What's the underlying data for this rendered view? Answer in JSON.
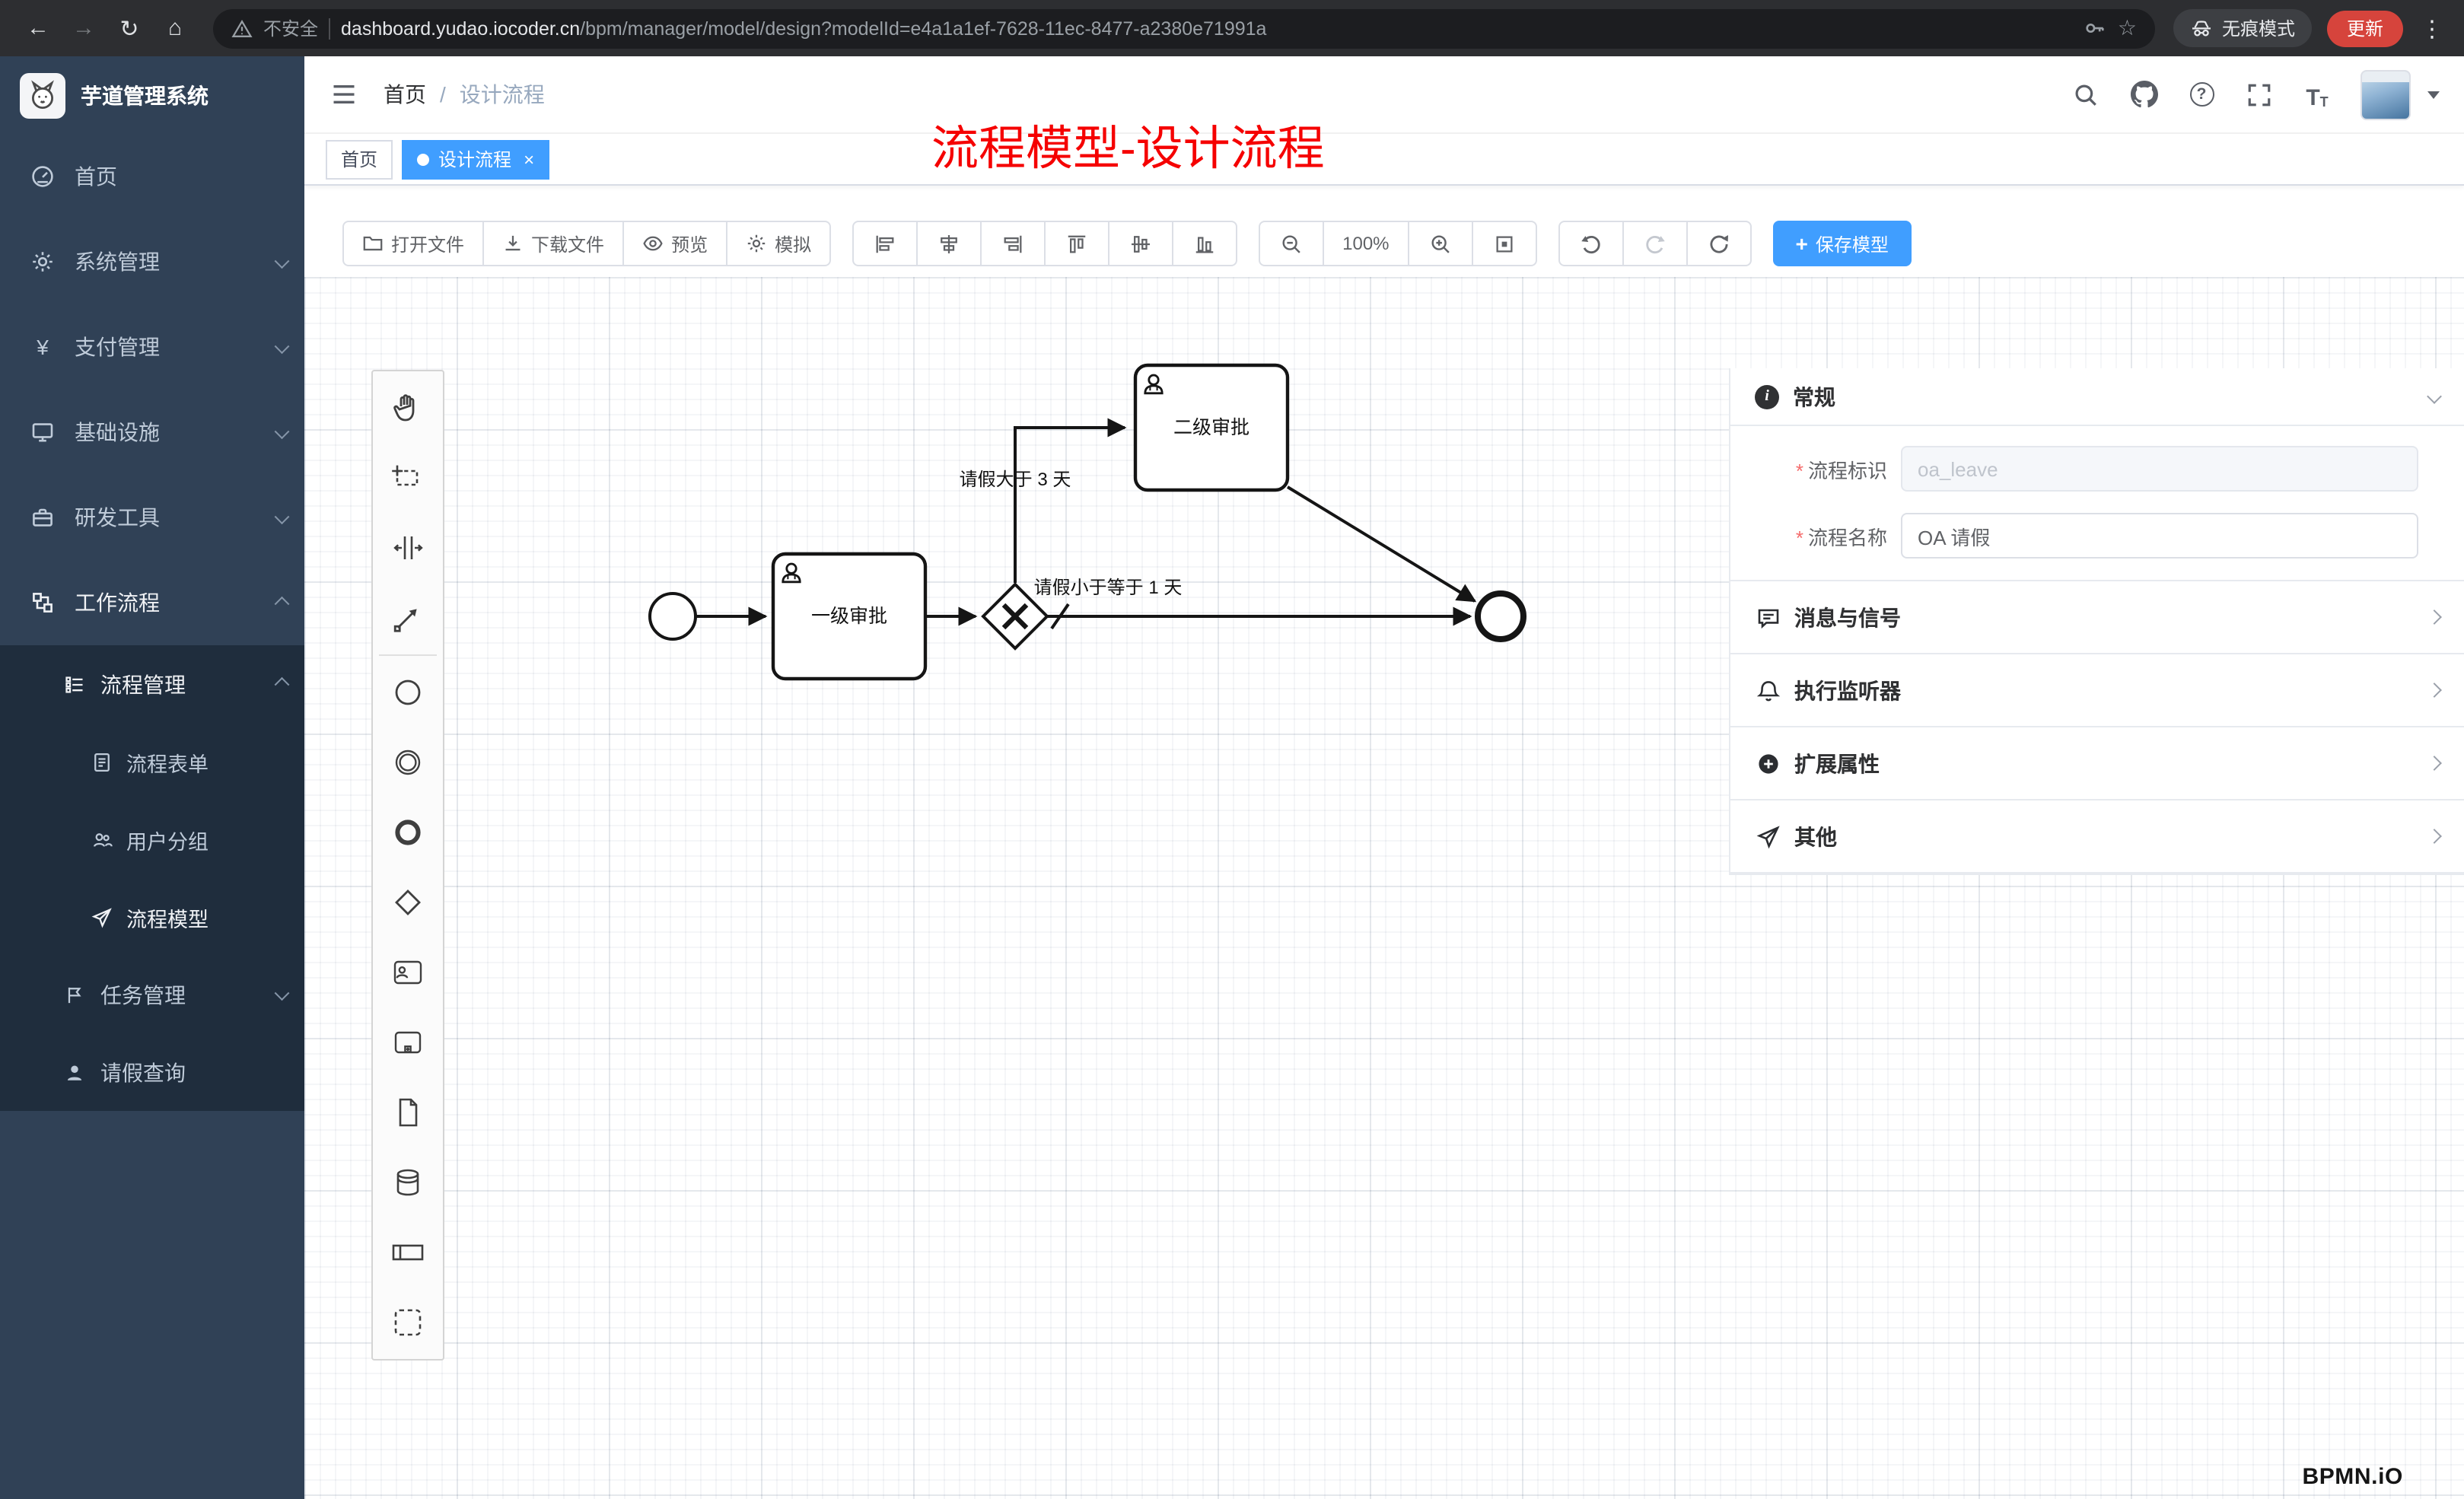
{
  "browser": {
    "secure_label": "不安全",
    "url_host": "dashboard.yudao.iocoder.cn",
    "url_path": "/bpm/manager/model/design?modelId=e4a1a1ef-7628-11ec-8477-a2380e71991a",
    "incognito_label": "无痕模式",
    "update_label": "更新"
  },
  "sidebar": {
    "title": "芋道管理系统",
    "items": [
      {
        "label": "首页"
      },
      {
        "label": "系统管理"
      },
      {
        "label": "支付管理"
      },
      {
        "label": "基础设施"
      },
      {
        "label": "研发工具"
      },
      {
        "label": "工作流程"
      }
    ],
    "sub": {
      "process": {
        "label": "流程管理",
        "children": [
          {
            "label": "流程表单"
          },
          {
            "label": "用户分组"
          },
          {
            "label": "流程模型"
          }
        ]
      },
      "task": {
        "label": "任务管理"
      },
      "leave": {
        "label": "请假查询"
      }
    }
  },
  "header": {
    "breadcrumb_home": "首页",
    "breadcrumb_sep": "/",
    "breadcrumb_current": "设计流程",
    "annotation": "流程模型-设计流程"
  },
  "tabs": {
    "home": "首页",
    "active": "设计流程"
  },
  "toolbar": {
    "open": "打开文件",
    "download": "下载文件",
    "preview": "预览",
    "simulate": "模拟",
    "zoom_level": "100%",
    "save": "保存模型"
  },
  "diagram": {
    "task1": "一级审批",
    "task2": "二级审批",
    "flow_gt": "请假大于 3 天",
    "flow_le": "请假小于等于 1 天"
  },
  "panel": {
    "general_title": "常规",
    "key_label": "流程标识",
    "key_value": "oa_leave",
    "name_label": "流程名称",
    "name_value": "OA 请假",
    "sections": [
      {
        "label": "消息与信号"
      },
      {
        "label": "执行监听器"
      },
      {
        "label": "扩展属性"
      },
      {
        "label": "其他"
      }
    ]
  },
  "watermark": "BPMN.iO",
  "colors": {
    "accent": "#409eff",
    "annotation_red": "#f50000",
    "sidebar_bg": "#304156",
    "submenu_bg": "#1f2d3d",
    "update_button": "#d6443c"
  }
}
